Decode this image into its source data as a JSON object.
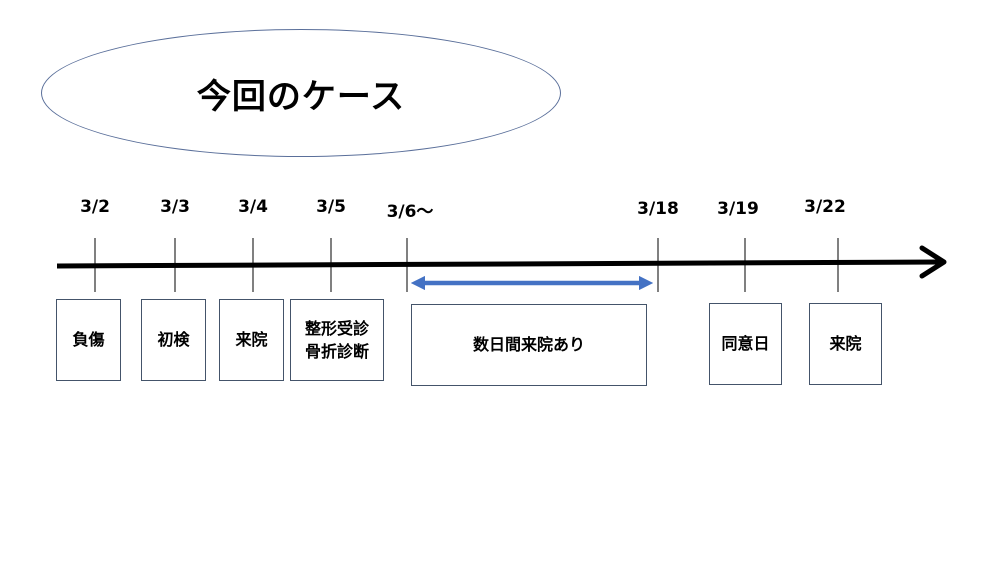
{
  "title": "今回のケース",
  "dates": [
    "3/2",
    "3/3",
    "3/4",
    "3/5",
    "3/6～",
    "3/18",
    "3/19",
    "3/22"
  ],
  "events": [
    "負傷",
    "初検",
    "来院",
    "整形受診\n骨折診断",
    "数日間来院あり",
    "同意日",
    "来院"
  ],
  "colors": {
    "timeline": "#000000",
    "range_arrow": "#4472c4",
    "box_border": "#44546a",
    "oval_border": "#5a6f9a"
  }
}
